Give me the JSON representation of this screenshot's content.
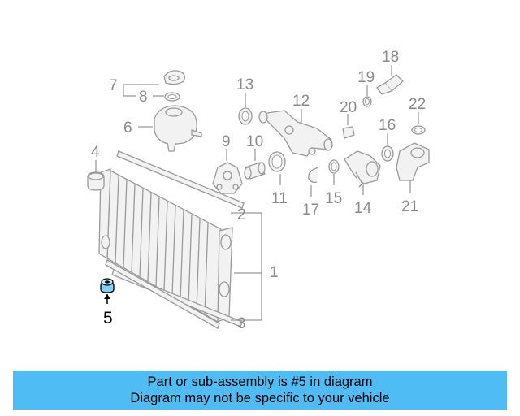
{
  "diagram": {
    "callouts": [
      "1",
      "2",
      "3",
      "4",
      "5",
      "6",
      "7",
      "8",
      "9",
      "10",
      "11",
      "12",
      "13",
      "14",
      "15",
      "16",
      "17",
      "18",
      "19",
      "20",
      "21",
      "22"
    ],
    "highlighted_part": "5"
  },
  "banner": {
    "line1": "Part or sub-assembly is #5 in diagram",
    "line2": "Diagram may not be specific to your vehicle",
    "background": "#4fbdf4"
  },
  "colors": {
    "line_art": "#9a9a9a",
    "highlight": "#000000"
  }
}
